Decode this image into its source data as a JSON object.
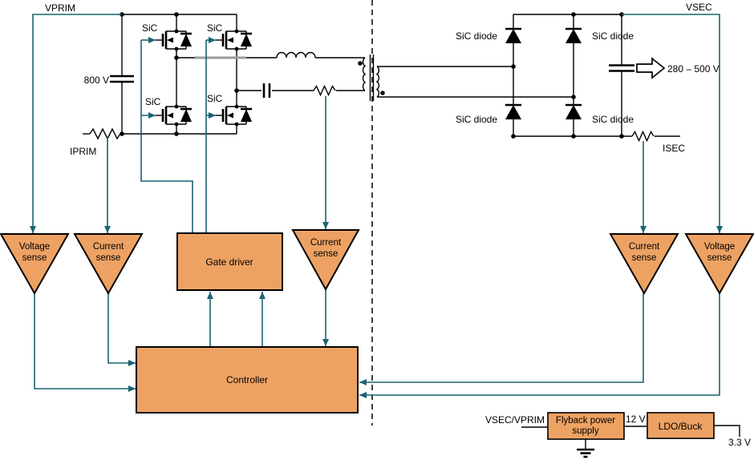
{
  "colors": {
    "signal": "#1a6370",
    "block": "#eda263",
    "gray": "#9a9a9a"
  },
  "primary": {
    "vprim_label": "VPRIM",
    "bus_voltage": "800 V",
    "iprim_label": "IPRIM",
    "switches": [
      "SiC",
      "SiC",
      "SiC",
      "SiC"
    ]
  },
  "secondary": {
    "vsec_label": "VSEC",
    "diodes": [
      "SiC diode",
      "SiC diode",
      "SiC diode",
      "SiC diode"
    ],
    "output_voltage": "280 – 500 V",
    "isec_label": "ISEC"
  },
  "sense": {
    "prim_voltage": {
      "line1": "Voltage",
      "line2": "sense"
    },
    "prim_current": {
      "line1": "Current",
      "line2": "sense"
    },
    "link_current": {
      "line1": "Current",
      "line2": "sense"
    },
    "sec_current": {
      "line1": "Current",
      "line2": "sense"
    },
    "sec_voltage": {
      "line1": "Voltage",
      "line2": "sense"
    }
  },
  "blocks": {
    "gate_driver": "Gate driver",
    "controller": "Controller"
  },
  "aux": {
    "input_label": "VSEC/VPRIM",
    "flyback": {
      "line1": "Flyback power",
      "line2": "supply"
    },
    "rail_12v": "12 V",
    "ldo_buck": "LDO/Buck",
    "rail_3v3": "3.3 V"
  }
}
